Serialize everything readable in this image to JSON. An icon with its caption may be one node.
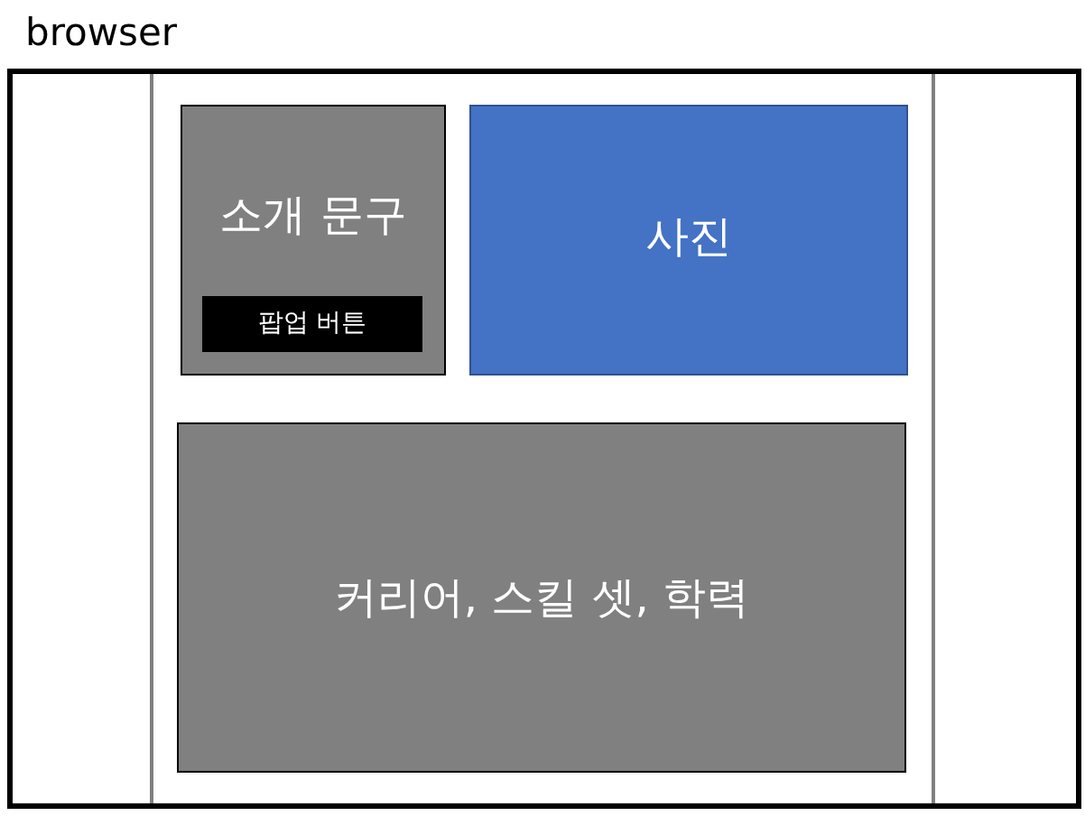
{
  "diagram": {
    "nodes": [
      {
        "text": [
          "browser"
        ]
      },
      {
        "text": [
          "소개 문구"
        ],
        "in": 0
      },
      {
        "text": [
          "팝업 버튼"
        ],
        "in": 1
      },
      {
        "text": [
          "사진"
        ],
        "in": 0
      },
      {
        "text": [
          "커리어, 스킬 셋, 학력"
        ],
        "in": 0
      }
    ],
    "edges": []
  }
}
